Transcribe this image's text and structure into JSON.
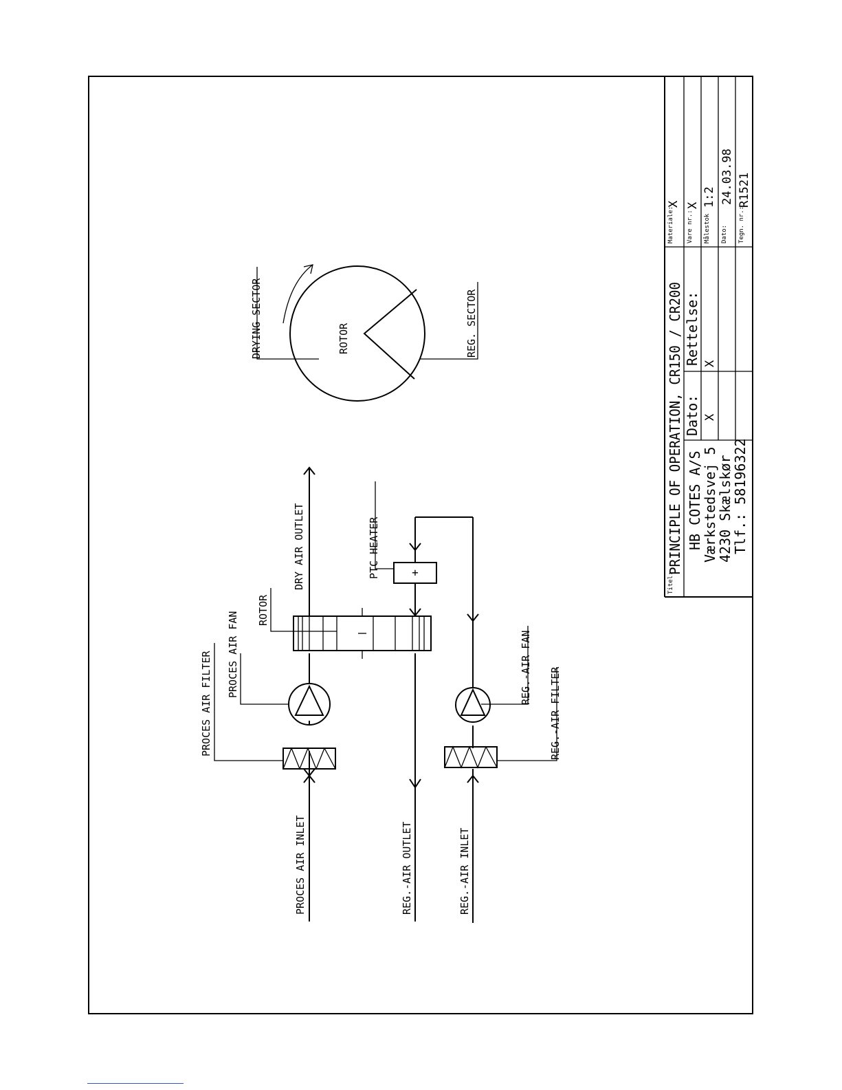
{
  "labels": {
    "proces_air_inlet": "PROCES AIR INLET",
    "reg_air_outlet": "REG.-AIR OUTLET",
    "reg_air_inlet": "REG.-AIR INLET",
    "proces_air_filter": "PROCES AIR FILTER",
    "proces_air_fan": "PROCES AIR FAN",
    "rotor_schematic": "ROTOR",
    "dry_air_outlet": "DRY AIR OUTLET",
    "ptc_heater": "PTC HEATER",
    "heater_symbol": "+",
    "reg_air_fan": "REG.-AIR FAN",
    "reg_air_filter": "REG.-AIR FILTER",
    "drying_sector": "DRYING SECTOR",
    "rotor_circle": "ROTOR",
    "reg_sector": "REG. SECTOR"
  },
  "title_block": {
    "title_label": "Titel:",
    "title": "PRINCIPLE OF OPERATION, CR150 / CR200",
    "company": "HB COTES A/S",
    "street": "Værkstedsvej 5",
    "city": "4230 Skælskør",
    "phone": "Tlf.: 58196322",
    "dato_header": "Dato:",
    "rettelse_header": "Rettelse:",
    "dato_value": "X",
    "rettelse_value": "X",
    "materiale_label": "Materiale:",
    "materiale_value": "X",
    "vare_label": "Vare nr.:",
    "vare_value": "X",
    "malestok_label": "Målestok",
    "malestok_value": "1:2",
    "date_label": "Dato:",
    "date_value": "24.03.98",
    "tegn_label": "Tegn. nr.:",
    "tegn_value": "R1521"
  }
}
